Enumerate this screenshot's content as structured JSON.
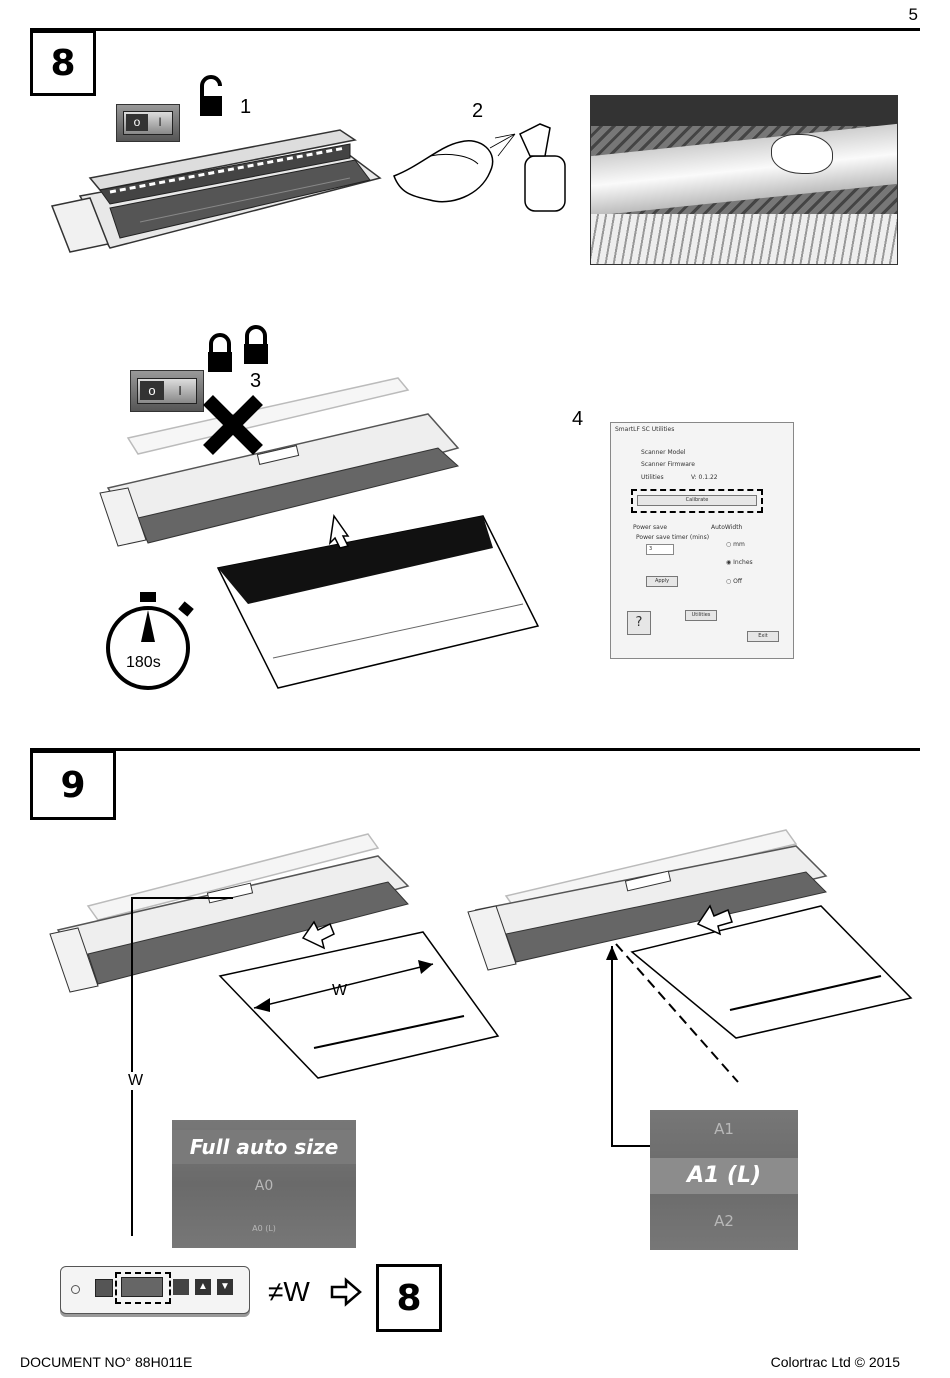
{
  "page_number": "5",
  "step8": {
    "number": "8",
    "labels": [
      "1",
      "2",
      "3",
      "4"
    ],
    "timer_label": "180s"
  },
  "dialog": {
    "title": "SmartLF SC Utilities",
    "scanner_model": "Scanner Model",
    "scanner_firmware": "Scanner Firmware",
    "utilities_label": "Utilities",
    "utilities_version": "V: 0.1.22",
    "calibrate": "Calibrate",
    "power_save": "Power save",
    "power_save_timer": "Power save timer (mins)",
    "timer_value": "3",
    "apply": "Apply",
    "autowidth": "AutoWidth",
    "opt_mm": "mm",
    "opt_inches": "Inches",
    "opt_off": "Off",
    "utilities_button": "Utilities",
    "help": "?",
    "exit": "Exit"
  },
  "step9": {
    "number": "9",
    "width_label": "W",
    "width_label_vertical": "W",
    "left_panel": [
      "Full auto size",
      "A0",
      "A0 (L)"
    ],
    "right_panel": [
      "A1",
      "A1 (L)",
      "A2"
    ],
    "not_equal_w": "≠W",
    "goto_step": "8"
  },
  "footer": {
    "document_no": "DOCUMENT NO° 88H011E",
    "copyright": "Colortrac Ltd © 2015"
  }
}
